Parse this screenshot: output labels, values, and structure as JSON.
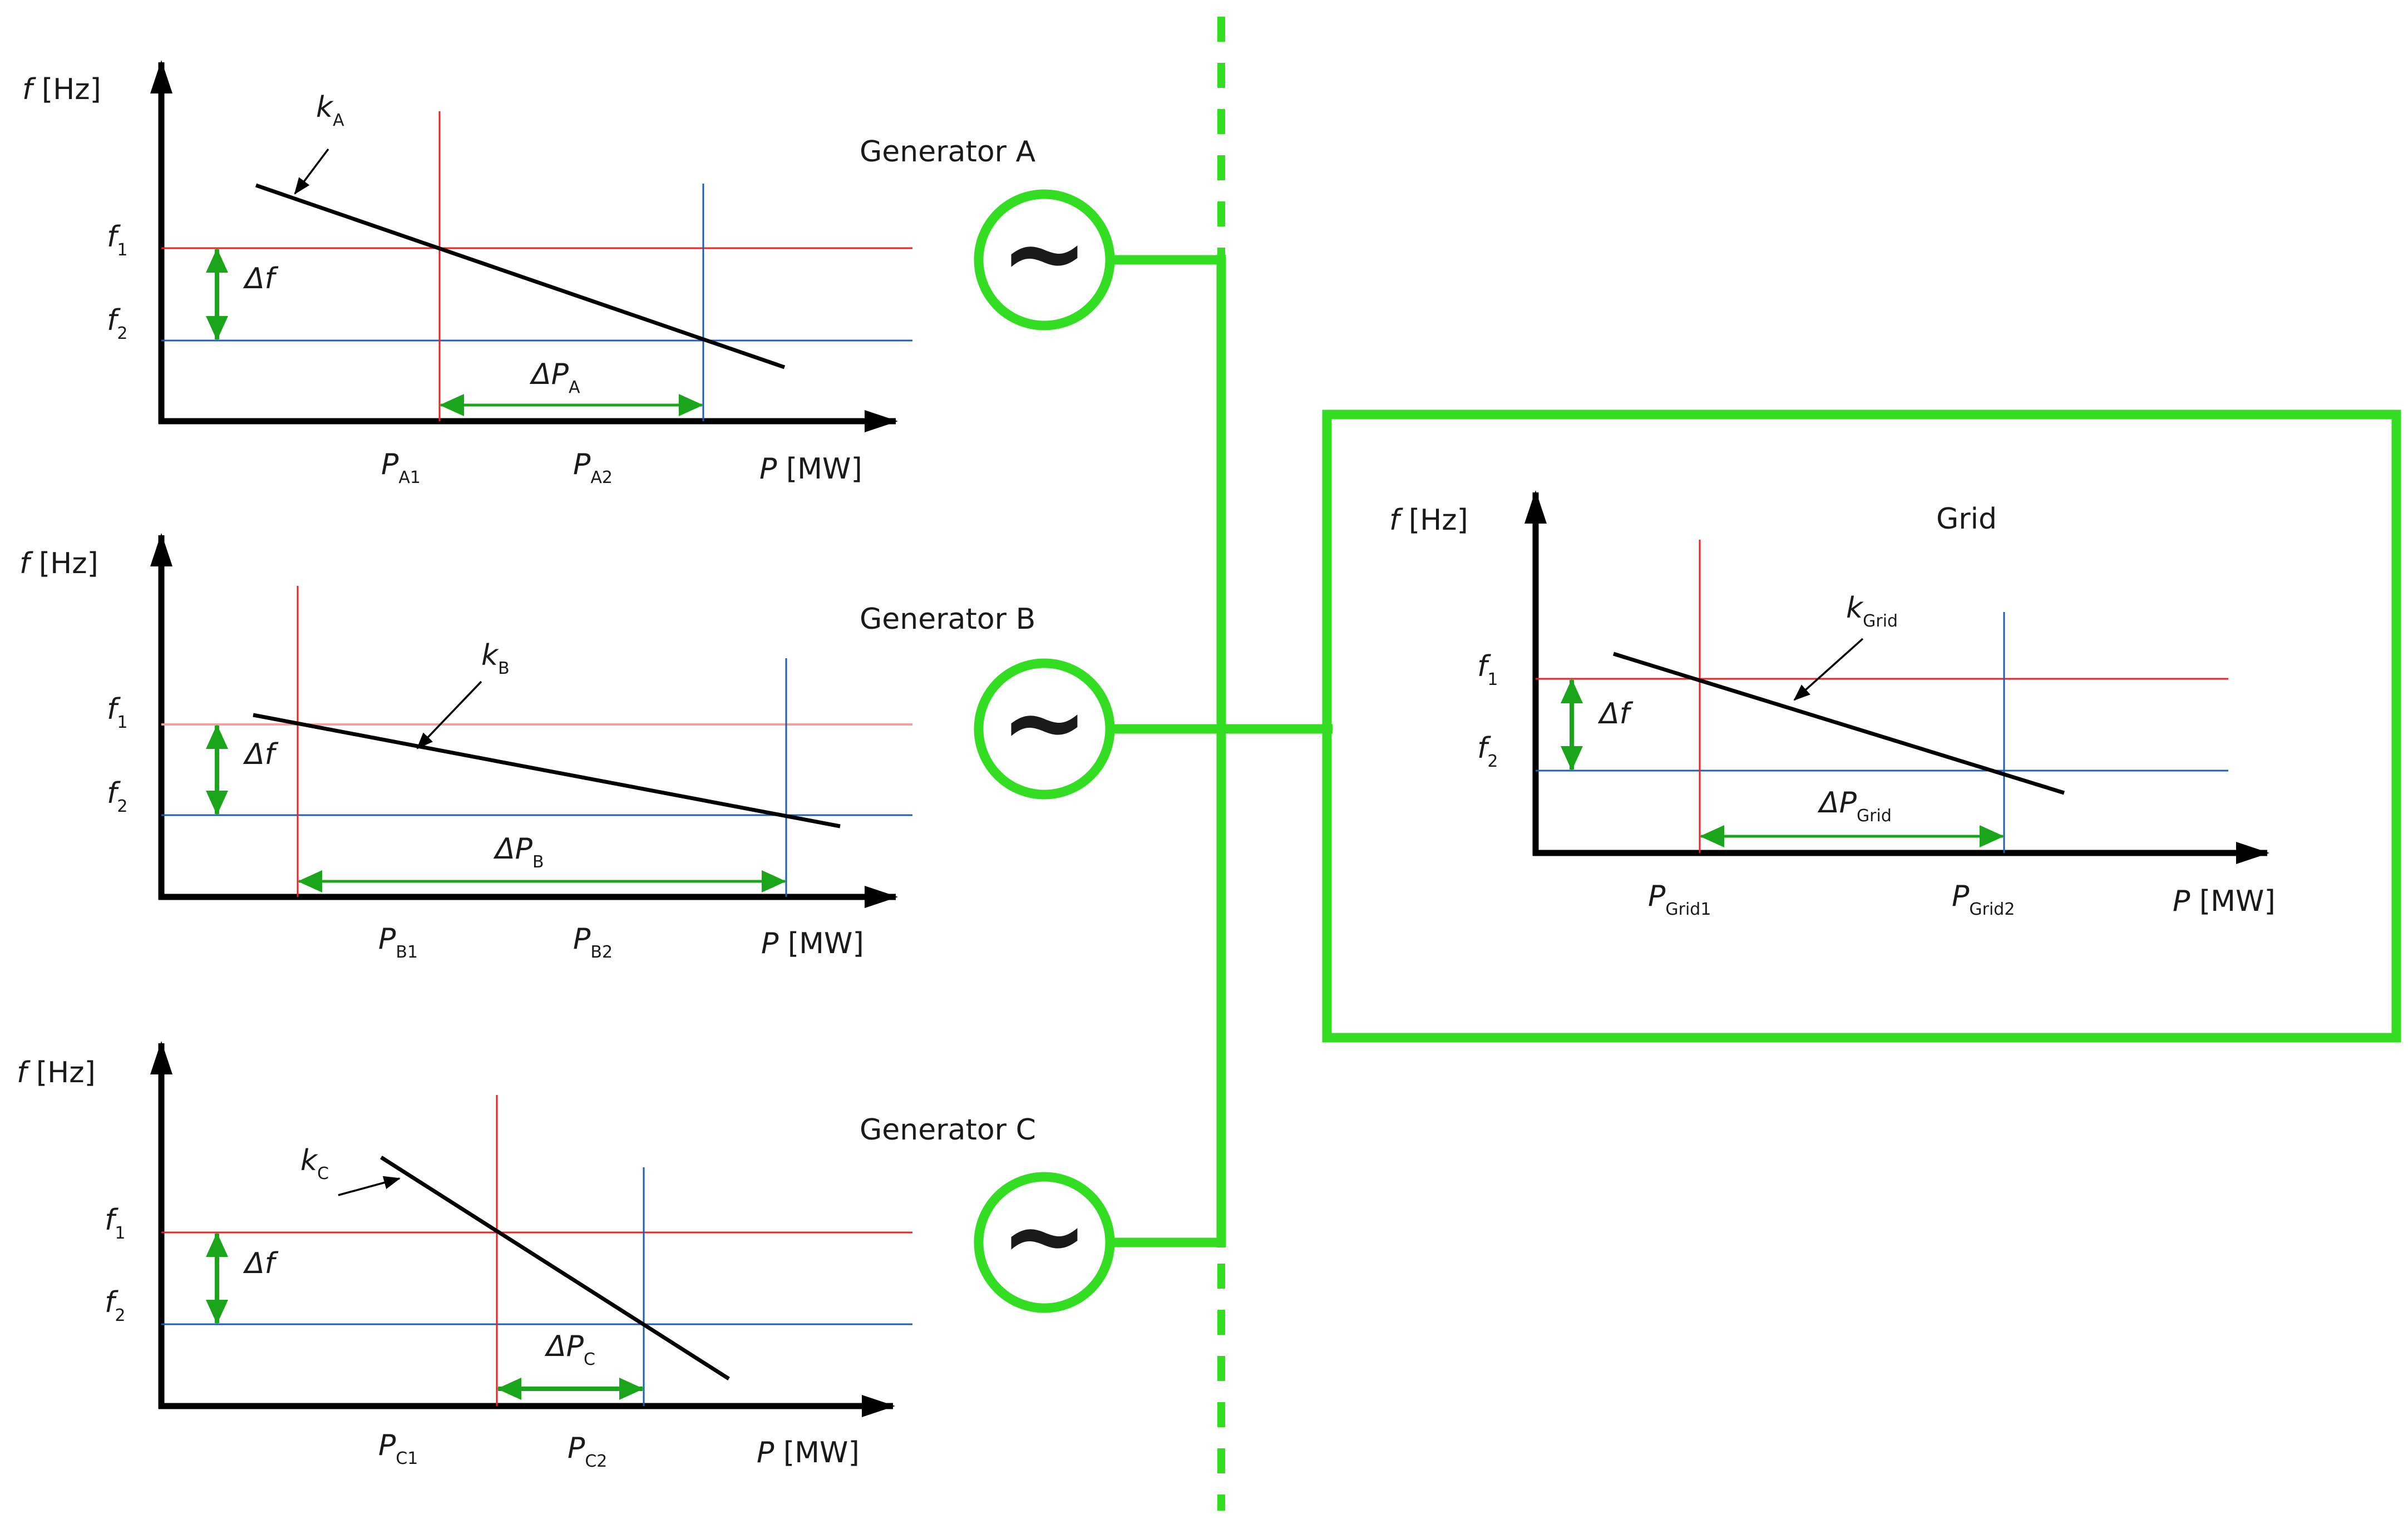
{
  "colors": {
    "axis": "#000000",
    "droop_line": "#000000",
    "f1_line": "#ee2222",
    "f2_line": "#1f5fb0",
    "delta_arrow": "#1aa51a",
    "bus": "#33dd22"
  },
  "generators": [
    {
      "id": "a",
      "name": "Generator A",
      "y_label": "f",
      "y_unit": "[Hz]",
      "x_label": "P",
      "x_unit": "[MW]",
      "f1_label": "f",
      "f1_sub": "1",
      "f2_label": "f",
      "f2_sub": "2",
      "df_label": "Δf",
      "droop_label": "k",
      "droop_sub": "A",
      "dp_label": "ΔP",
      "dp_sub": "A",
      "p1_label": "P",
      "p1_sub": "A1",
      "p2_label": "P",
      "p2_sub": "A2",
      "symbol": "~"
    },
    {
      "id": "b",
      "name": "Generator B",
      "y_label": "f",
      "y_unit": "[Hz]",
      "x_label": "P",
      "x_unit": "[MW]",
      "f1_label": "f",
      "f1_sub": "1",
      "f2_label": "f",
      "f2_sub": "2",
      "df_label": "Δf",
      "droop_label": "k",
      "droop_sub": "B",
      "dp_label": "ΔP",
      "dp_sub": "B",
      "p1_label": "P",
      "p1_sub": "B1",
      "p2_label": "P",
      "p2_sub": "B2",
      "symbol": "~"
    },
    {
      "id": "c",
      "name": "Generator C",
      "y_label": "f",
      "y_unit": "[Hz]",
      "x_label": "P",
      "x_unit": "[MW]",
      "f1_label": "f",
      "f1_sub": "1",
      "f2_label": "f",
      "f2_sub": "2",
      "df_label": "Δf",
      "droop_label": "k",
      "droop_sub": "C",
      "dp_label": "ΔP",
      "dp_sub": "C",
      "p1_label": "P",
      "p1_sub": "C1",
      "p2_label": "P",
      "p2_sub": "C2",
      "symbol": "~"
    }
  ],
  "grid": {
    "name": "Grid",
    "y_label": "f",
    "y_unit": "[Hz]",
    "x_label": "P",
    "x_unit": "[MW]",
    "f1_label": "f",
    "f1_sub": "1",
    "f2_label": "f",
    "f2_sub": "2",
    "df_label": "Δf",
    "droop_label": "k",
    "droop_sub": "Grid",
    "dp_label": "ΔP",
    "dp_sub": "Grid",
    "p1_label": "P",
    "p1_sub": "Grid1",
    "p2_label": "P",
    "p2_sub": "Grid2"
  }
}
